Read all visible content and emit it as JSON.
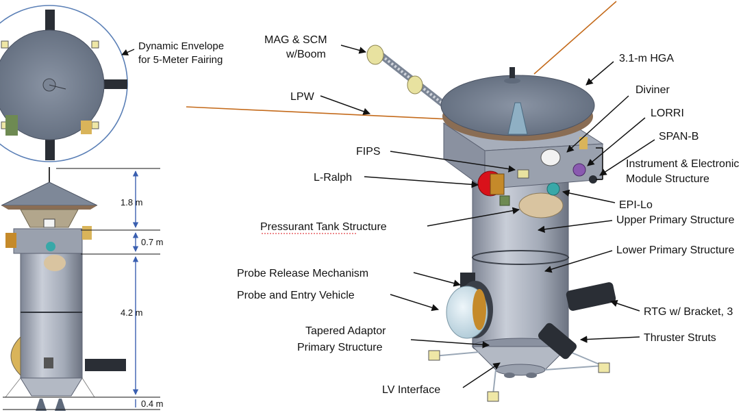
{
  "colors": {
    "envelope": "#5a7fb6",
    "dim_arrow": "#3a5fb0",
    "boom_cable": "#c46a1a",
    "body_light": "#c9ced8",
    "body_mid": "#9aa1ae",
    "body_dark": "#6c7381",
    "antenna": "#7b8595",
    "solar_panel": "#2a2e35",
    "probe_shell": "#cfe0ea",
    "red_instrument": "#d9111a",
    "teal_sensor": "#38a8a8",
    "gold": "#d9b45a"
  },
  "top_view": {
    "caption_line1": "Dynamic Envelope",
    "caption_line2": "for 5-Meter Fairing"
  },
  "dimensions": {
    "d1": "1.8 m",
    "d2": "0.7 m",
    "d3": "4.2 m",
    "d4": "0.4 m"
  },
  "labels": {
    "mag": "MAG & SCM",
    "mag2": "w/Boom",
    "lpw": "LPW",
    "fips": "FIPS",
    "lralph": "L-Ralph",
    "pressurant": "Pressurant Tank Structure",
    "probe_release": "Probe Release Mechanism",
    "probe_entry": "Probe and Entry Vehicle",
    "tapered1": "Tapered Adaptor",
    "tapered2": "Primary Structure",
    "lv": "LV Interface",
    "hga": "3.1-m HGA",
    "diviner": "Diviner",
    "lorri": "LORRI",
    "spanb": "SPAN-B",
    "iems1": "Instrument & Electronic",
    "iems2": "Module Structure",
    "epilo": "EPI-Lo",
    "upper": "Upper Primary Structure",
    "lower": "Lower Primary Structure",
    "rtg": "RTG w/ Bracket, 3",
    "thruster": "Thruster Struts"
  }
}
